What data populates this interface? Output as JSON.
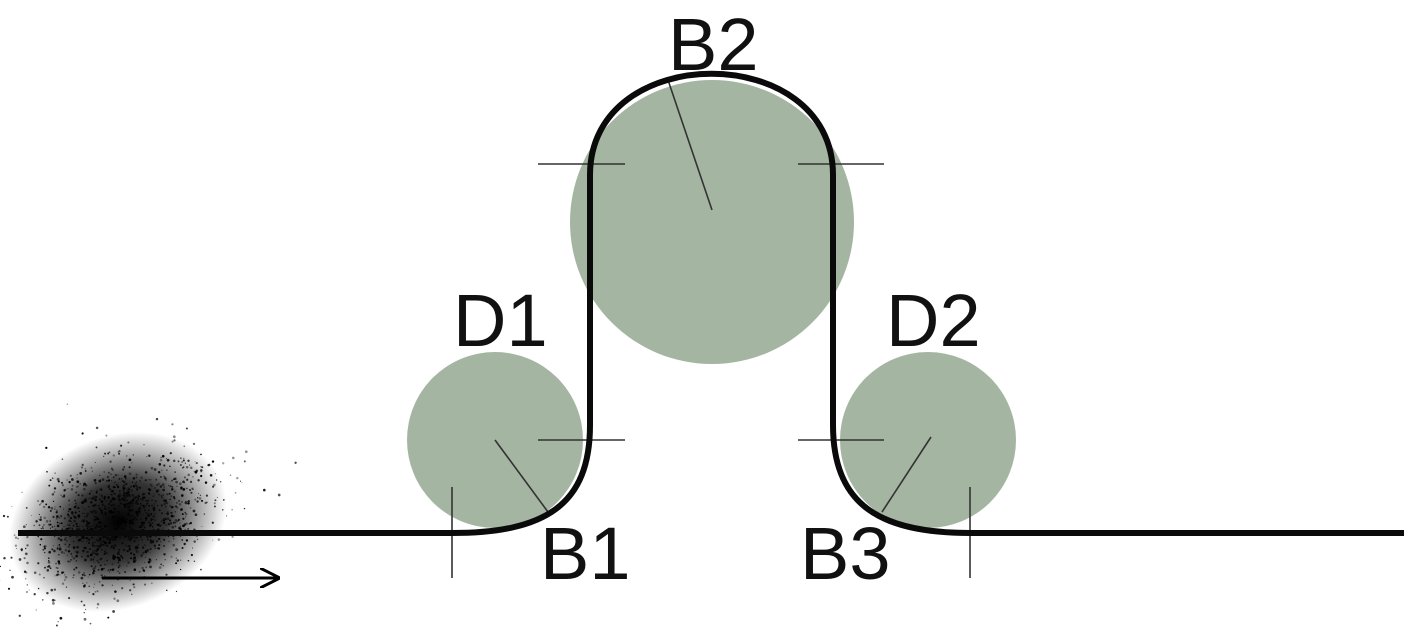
{
  "labels": {
    "b1": "B1",
    "b2": "B2",
    "b3": "B3",
    "d1": "D1",
    "d2": "D2"
  },
  "colors": {
    "magnet_fill": "#a4b5a2",
    "beam_path": "#0a0a0a",
    "marker": "#333333",
    "bunch": "#000000"
  },
  "icons": {
    "beam_bunch": "particle-bunch-cloud",
    "direction_arrow": "right-arrow"
  }
}
